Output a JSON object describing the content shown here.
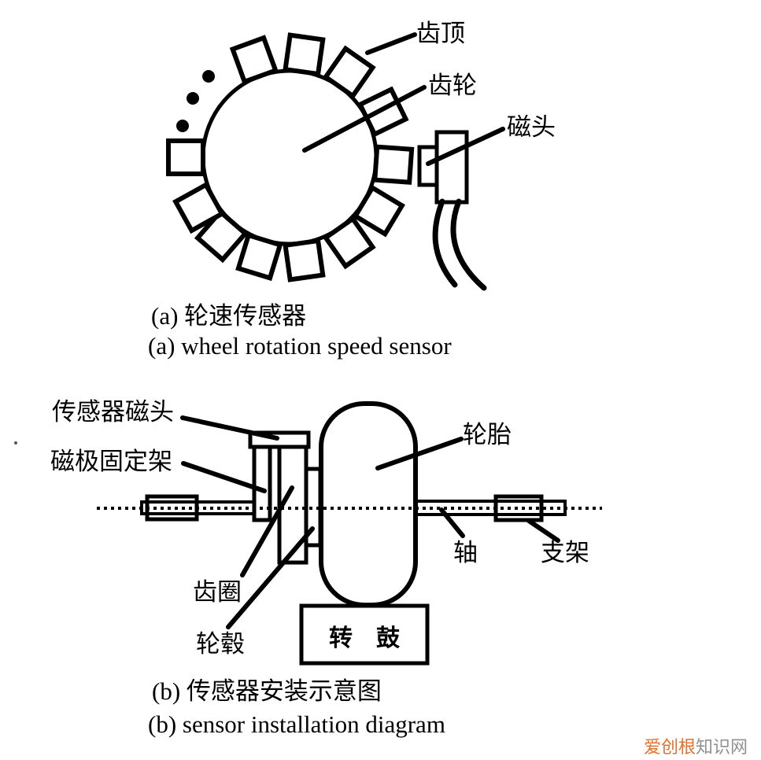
{
  "diagram_a": {
    "labels": {
      "tooth_top": "齿顶",
      "gear": "齿轮",
      "magnetic_head": "磁头"
    },
    "caption_zh": "(a) 轮速传感器",
    "caption_en": "(a) wheel rotation speed sensor"
  },
  "diagram_b": {
    "labels": {
      "sensor_head": "传感器磁头",
      "pole_bracket": "磁极固定架",
      "tire": "轮胎",
      "axle": "轴",
      "bracket": "支架",
      "gear_ring": "齿圈",
      "hub": "轮毂",
      "drum": "转　鼓"
    },
    "caption_zh": "(b) 传感器安装示意图",
    "caption_en": "(b) sensor installation diagram"
  },
  "watermark": {
    "highlight": "爱创根",
    "rest": "知识网",
    "highlight_color": "#e2702a",
    "rest_color": "#909090"
  },
  "colors": {
    "ink": "#000000",
    "background": "#ffffff"
  }
}
